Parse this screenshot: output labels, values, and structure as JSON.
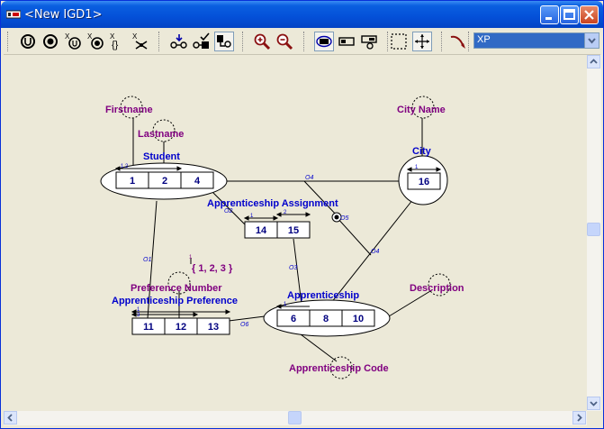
{
  "window": {
    "title": "<New IGD1>"
  },
  "toolbar": {
    "buttons_group1": [
      "union-icon",
      "circle-dot-icon",
      "xu-icon",
      "xdot-icon",
      "xbraces-icon",
      "xcross-icon"
    ],
    "buttons_group2": [
      "link-icon",
      "check-link-icon",
      "pressed-link-icon"
    ],
    "buttons_group3": [
      "zoom-in-icon",
      "zoom-out-icon"
    ],
    "buttons_group4": [
      "ellipse-icon",
      "box-icon",
      "box-link-icon"
    ],
    "buttons_group5": [
      "select-rect-icon",
      "move-icon"
    ],
    "buttons_group6": [
      "pen-icon"
    ],
    "mode_select": {
      "value": "XP"
    }
  },
  "diagram": {
    "attributes": {
      "firstname": "Firstname",
      "lastname": "Lastname",
      "city_name": "City Name",
      "preference_number": "Preference Number",
      "description": "Description",
      "apprenticeship_code": "Apprenticeship Code"
    },
    "entities": {
      "student": {
        "name": "Student",
        "cells": [
          "1",
          "2",
          "4"
        ]
      },
      "city": {
        "name": "City",
        "cells": [
          "16"
        ]
      },
      "apprenticeship": {
        "name": "Apprenticeship",
        "cells": [
          "6",
          "8",
          "10"
        ]
      }
    },
    "relationships": {
      "assignment": {
        "name": "Apprenticeship Assignment",
        "cells": [
          "14",
          "15"
        ]
      },
      "preference": {
        "name": "Apprenticeship Preference",
        "cells": [
          "11",
          "12",
          "13"
        ]
      }
    },
    "constraint": {
      "value": "{ 1, 2, 3 }",
      "mark": "1"
    },
    "edge_labels": {
      "o1": "O1",
      "o2": "O2",
      "o3": "O3",
      "o4": "O4",
      "o5": "O5",
      "o6": "O6",
      "o4b": "O4"
    },
    "small_marks": {
      "student_key": "1 2",
      "city_key": "1",
      "assign_key_a": "1",
      "assign_key_b": "2",
      "appr_key": "1",
      "pref_key_a": "1",
      "pref_key_b": "3"
    }
  },
  "colors": {
    "attribute": "#800080",
    "entity_label": "#0000cc",
    "cell_text": "#000080",
    "title_bar": "#0450d8"
  }
}
